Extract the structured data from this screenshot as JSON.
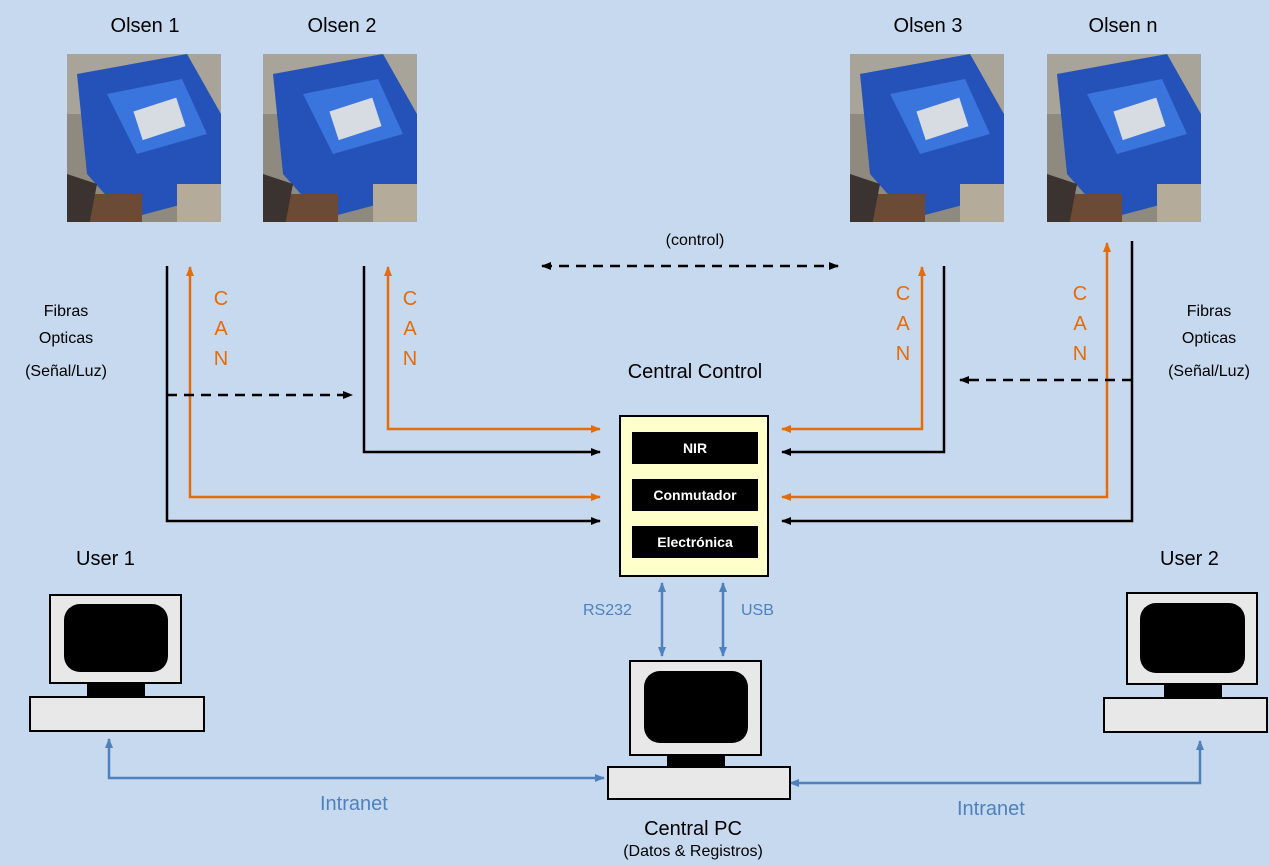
{
  "stations": [
    {
      "name": "Olsen 1",
      "photo_icon": "olsen-machine-photo"
    },
    {
      "name": "Olsen 2",
      "photo_icon": "olsen-machine-photo"
    },
    {
      "name": "Olsen 3",
      "photo_icon": "olsen-machine-photo"
    },
    {
      "name": "Olsen n",
      "photo_icon": "olsen-machine-photo"
    }
  ],
  "fibras_left": {
    "line1": "Fibras",
    "line2": "Opticas",
    "line3": "(Señal/Luz)"
  },
  "fibras_right": {
    "line1": "Fibras",
    "line2": "Opticas",
    "line3": "(Señal/Luz)"
  },
  "can_label": [
    "C",
    "A",
    "N"
  ],
  "control_link_label": "(control)",
  "central_control": {
    "title": "Central Control",
    "modules": [
      "NIR",
      "Conmutador",
      "Electrónica"
    ]
  },
  "links": {
    "rs232": "RS232",
    "usb": "USB",
    "intranet_left": "Intranet",
    "intranet_right": "Intranet"
  },
  "users": {
    "user1": "User 1",
    "user2": "User 2"
  },
  "central_pc": {
    "title": "Central PC",
    "subtitle": "(Datos & Registros)"
  },
  "colors": {
    "background": "#c6d9ef",
    "can_orange": "#e46c0a",
    "link_blue": "#4f81bd",
    "fiber_black": "#000000",
    "control_box": "#ffffcc"
  }
}
